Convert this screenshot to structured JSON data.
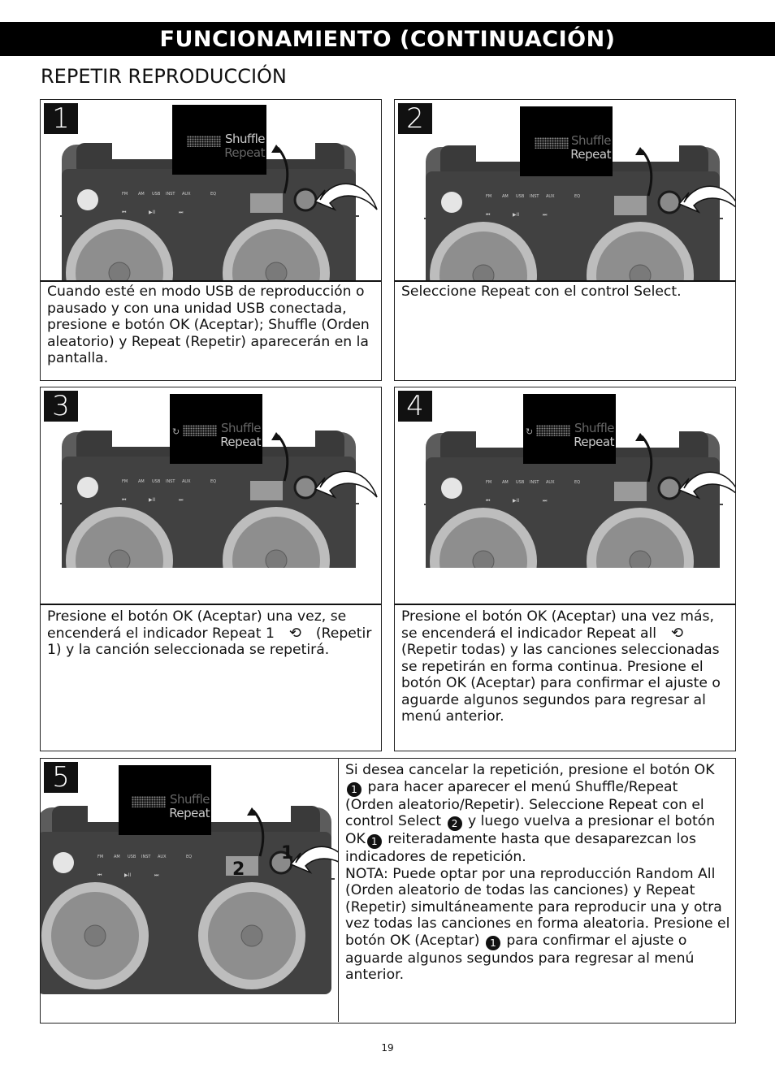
{
  "header": {
    "banner": "FUNCIONAMIENTO (CONTINUACIÓN)",
    "section_title": "REPETIR REPRODUCCIÓN"
  },
  "screen_labels": {
    "shuffle": "Shuffle",
    "repeat": "Repeat"
  },
  "device_labels": {
    "fm": "FM",
    "am": "AM",
    "usb": "USB",
    "inst": "INST",
    "aux": "AUX",
    "eq": "EQ",
    "prev": "⏮",
    "play": "▶II",
    "next": "⏭"
  },
  "steps": [
    {
      "num": "1",
      "caption": "Cuando esté en modo USB de reproducción o pausado y con una unidad USB conectada, presione e  botón OK (Aceptar); Shuffle (Orden aleatorio) y Repeat (Repetir) aparecerán en la pantalla."
    },
    {
      "num": "2",
      "caption": "Seleccione Repeat con el control Select."
    },
    {
      "num": "3",
      "caption_a": "Presione el botón OK (Aceptar) una vez, se encenderá el indicador Repeat 1",
      "caption_b": "(Repetir 1) y la canción seleccionada se repetirá."
    },
    {
      "num": "4",
      "caption_a": "Presione el botón OK (Aceptar) una vez más, se encenderá el indicador Repeat all",
      "caption_b": "(Repetir todas) y las canciones seleccionadas se repetirán en forma continua. Presione el botón OK (Aceptar) para confirmar el ajuste o aguarde algunos segundos para regresar al menú anterior."
    },
    {
      "num": "5"
    }
  ],
  "step5": {
    "callout_1": "1",
    "callout_2": "2",
    "t1": "Si desea cancelar la repetición, presione el botón OK",
    "t2": "para hacer aparecer el menú Shuffle/Repeat (Orden aleatorio/Repetir). Seleccione Repeat con el control Select",
    "t3": "y luego vuelva a presionar el botón OK",
    "t4": "reiteradamente hasta que desaparezcan los indicadores de repetición.",
    "t5": "NOTA: Puede optar por una reproducción Random All (Orden aleatorio de todas las canciones) y Repeat (Repetir) simultáneamente para reproducir una y otra vez todas las canciones en forma aleatoria. Presione el botón OK (Aceptar)",
    "t6": "para confirmar el ajuste o aguarde algunos segundos para regresar al menú anterior.",
    "badge1": "1",
    "badge2": "2"
  },
  "page_number": "19"
}
